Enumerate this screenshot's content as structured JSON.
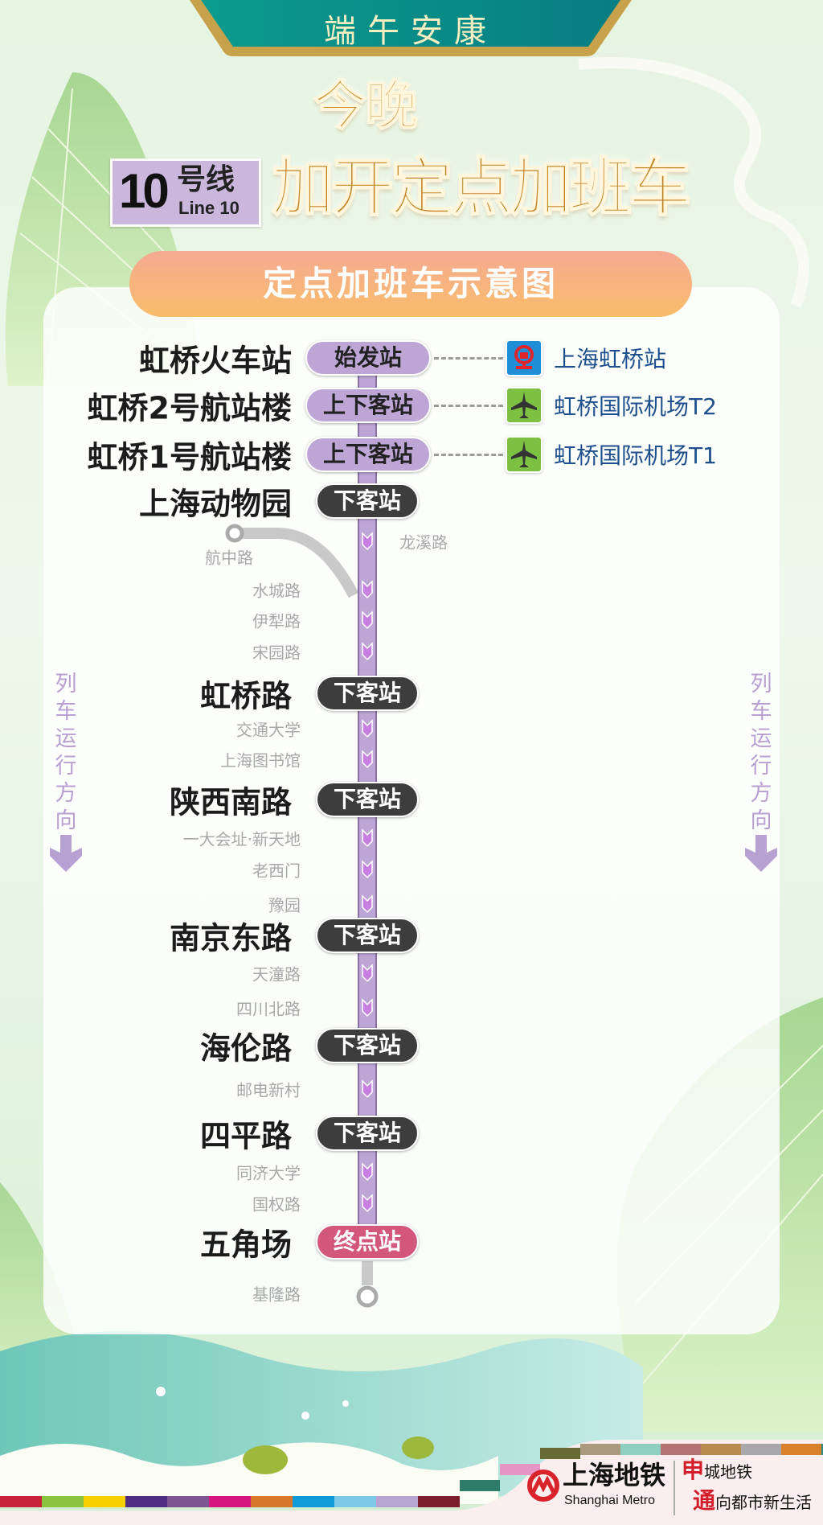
{
  "banner": {
    "title": "端午安康"
  },
  "headline": {
    "line1": "今晚",
    "line2": "加开定点加班车"
  },
  "line_badge": {
    "number": "10",
    "cn": "号线",
    "en": "Line 10",
    "color": "#c8b4da"
  },
  "section_title": "定点加班车示意图",
  "direction_label": [
    "列",
    "车",
    "运",
    "行",
    "方",
    "向"
  ],
  "stations": [
    {
      "name": "虹桥火车站",
      "type": "major",
      "tag": "始发站",
      "tag_style": "purple"
    },
    {
      "name": "虹桥2号航站楼",
      "type": "major",
      "tag": "上下客站",
      "tag_style": "purple"
    },
    {
      "name": "虹桥1号航站楼",
      "type": "major",
      "tag": "上下客站",
      "tag_style": "purple"
    },
    {
      "name": "上海动物园",
      "type": "major",
      "tag": "下客站",
      "tag_style": "dark"
    },
    {
      "name": "龙溪路",
      "type": "minor-right"
    },
    {
      "name": "航中路",
      "type": "branch"
    },
    {
      "name": "水城路",
      "type": "minor"
    },
    {
      "name": "伊犁路",
      "type": "minor"
    },
    {
      "name": "宋园路",
      "type": "minor"
    },
    {
      "name": "虹桥路",
      "type": "major",
      "tag": "下客站",
      "tag_style": "dark"
    },
    {
      "name": "交通大学",
      "type": "minor"
    },
    {
      "name": "上海图书馆",
      "type": "minor"
    },
    {
      "name": "陕西南路",
      "type": "major",
      "tag": "下客站",
      "tag_style": "dark"
    },
    {
      "name": "一大会址·新天地",
      "type": "minor"
    },
    {
      "name": "老西门",
      "type": "minor"
    },
    {
      "name": "豫园",
      "type": "minor"
    },
    {
      "name": "南京东路",
      "type": "major",
      "tag": "下客站",
      "tag_style": "dark"
    },
    {
      "name": "天潼路",
      "type": "minor"
    },
    {
      "name": "四川北路",
      "type": "minor"
    },
    {
      "name": "海伦路",
      "type": "major",
      "tag": "下客站",
      "tag_style": "dark"
    },
    {
      "name": "邮电新村",
      "type": "minor"
    },
    {
      "name": "四平路",
      "type": "major",
      "tag": "下客站",
      "tag_style": "dark"
    },
    {
      "name": "同济大学",
      "type": "minor"
    },
    {
      "name": "国权路",
      "type": "minor"
    },
    {
      "name": "五角场",
      "type": "major",
      "tag": "终点站",
      "tag_style": "red"
    },
    {
      "name": "基隆路",
      "type": "minor"
    }
  ],
  "transfers": [
    {
      "label": "上海虹桥站",
      "icon": "railway-station-icon",
      "color": "#1e8fd6"
    },
    {
      "label": "虹桥国际机场T2",
      "icon": "airplane-icon",
      "color": "#7cc142"
    },
    {
      "label": "虹桥国际机场T1",
      "icon": "airplane-icon",
      "color": "#7cc142"
    }
  ],
  "footer": {
    "logo_cn": "上海地铁",
    "logo_en": "Shanghai Metro",
    "slogan_line1_head": "申",
    "slogan_line1": "城地铁",
    "slogan_line2_head": "通",
    "slogan_line2": "向都市新生活",
    "stripe_colors": [
      "#c8223a",
      "#8bc43f",
      "#f8d000",
      "#4f2e84",
      "#7d5591",
      "#d6157e",
      "#d8762a",
      "#0f9bd8",
      "#7ec8e8",
      "#b8a4d0",
      "#7a1e2e",
      "#2f7b6a",
      "#e696c4",
      "#676a33",
      "#ab9a7d",
      "#8ecfc0",
      "#b57272",
      "#b98b4d",
      "#a8a8ac",
      "#d8802a",
      "#2a8a86"
    ]
  }
}
